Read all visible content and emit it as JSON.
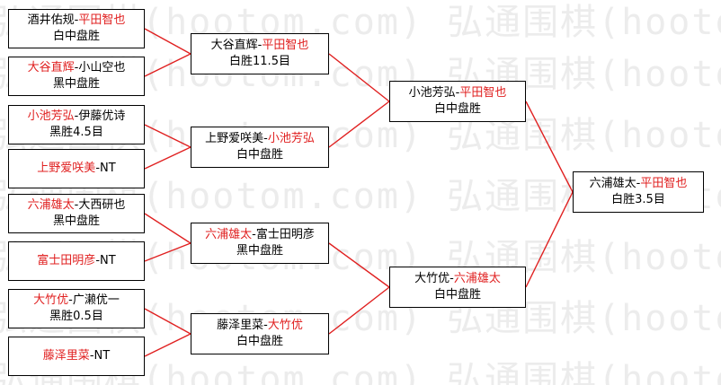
{
  "watermark": {
    "text": "弘通围棋(hootom.com) 弘通围棋(hootom.com)"
  },
  "colors": {
    "winner": "#e02020",
    "text": "#000000",
    "connector": "#e02020",
    "border": "#000000"
  },
  "rounds": [
    {
      "matches": [
        {
          "id": "r1m1",
          "p1": "酒井佑规",
          "p2": "平田智也",
          "winner": 2,
          "result": "白中盘胜"
        },
        {
          "id": "r1m2",
          "p1": "大谷直辉",
          "p2": "小山空也",
          "winner": 1,
          "result": "黑中盘胜"
        },
        {
          "id": "r1m3",
          "p1": "小池芳弘",
          "p2": "伊藤优诗",
          "winner": 1,
          "result": "黑胜4.5目"
        },
        {
          "id": "r1m4",
          "p1": "上野爱咲美",
          "p2": "NT",
          "winner": 1,
          "result": ""
        },
        {
          "id": "r1m5",
          "p1": "六浦雄太",
          "p2": "大西研也",
          "winner": 1,
          "result": "黑中盘胜"
        },
        {
          "id": "r1m6",
          "p1": "富士田明彦",
          "p2": "NT",
          "winner": 1,
          "result": ""
        },
        {
          "id": "r1m7",
          "p1": "大竹优",
          "p2": "广濑优一",
          "winner": 1,
          "result": "黑胜0.5目"
        },
        {
          "id": "r1m8",
          "p1": "藤泽里菜",
          "p2": "NT",
          "winner": 1,
          "result": ""
        }
      ]
    },
    {
      "matches": [
        {
          "id": "r2m1",
          "p1": "大谷直辉",
          "p2": "平田智也",
          "winner": 2,
          "result": "白胜11.5目"
        },
        {
          "id": "r2m2",
          "p1": "上野爱咲美",
          "p2": "小池芳弘",
          "winner": 2,
          "result": "白中盘胜"
        },
        {
          "id": "r2m3",
          "p1": "六浦雄太",
          "p2": "富士田明彦",
          "winner": 1,
          "result": "黑中盘胜"
        },
        {
          "id": "r2m4",
          "p1": "藤泽里菜",
          "p2": "大竹优",
          "winner": 2,
          "result": "白中盘胜"
        }
      ]
    },
    {
      "matches": [
        {
          "id": "r3m1",
          "p1": "小池芳弘",
          "p2": "平田智也",
          "winner": 2,
          "result": "白中盘胜"
        },
        {
          "id": "r3m2",
          "p1": "大竹优",
          "p2": "六浦雄太",
          "winner": 2,
          "result": "白中盘胜"
        }
      ]
    },
    {
      "matches": [
        {
          "id": "r4m1",
          "p1": "六浦雄太",
          "p2": "平田智也",
          "winner": 2,
          "result": "白胜3.5目"
        }
      ]
    }
  ]
}
